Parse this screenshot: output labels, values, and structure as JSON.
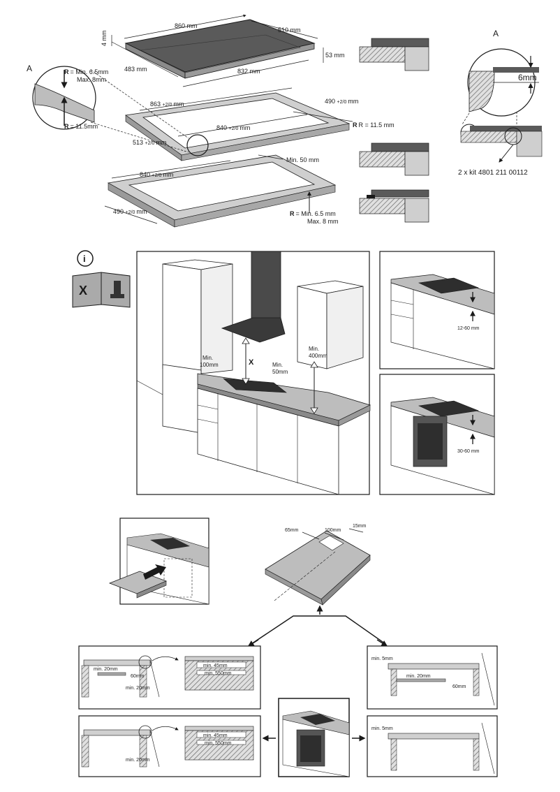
{
  "hob": {
    "width": "860 mm",
    "depth": "510 mm",
    "thickness": "4 mm",
    "inner_depth": "483 mm",
    "inner_width": "832 mm",
    "height": "53 mm"
  },
  "cutout_flush": {
    "width": "863",
    "width_tol": "+2/0",
    "width_unit": "mm",
    "inner_width": "840",
    "inner_width_tol": "+2/0",
    "inner_width_unit": "mm",
    "depth": "513",
    "depth_tol": "+2/0",
    "depth_unit": "mm",
    "inner_depth": "490",
    "inner_depth_tol": "+2/0",
    "inner_depth_unit": "mm",
    "radius": "R = 11.5 mm"
  },
  "cutout_standard": {
    "width": "840",
    "width_tol": "+2/0",
    "width_unit": "mm",
    "depth": "490",
    "depth_tol": "+2/0",
    "depth_unit": "mm",
    "min_edge": "Min. 50 mm",
    "radius_prefix": "R",
    "radius_min": "= Min. 6.5 mm",
    "radius_max": "Max. 8 mm"
  },
  "detail_circle": {
    "label": "A",
    "r_prefix": "R",
    "r_min": "= Min. 6.5mm",
    "r_max": "Max. 8mm",
    "r_inner": "= 11.5mm"
  },
  "detail_a": {
    "label": "A",
    "gap": "6mm",
    "kit": "2 x kit 4801 211 00112"
  },
  "kitchen": {
    "hood_clearance": "X",
    "min_side": "Min.\n100mm",
    "min_side_line1": "Min.",
    "min_side_line2": "100mm",
    "min_back_line1": "Min.",
    "min_back_line2": "50mm",
    "min_cabinet_line1": "Min.",
    "min_cabinet_line2": "400mm",
    "worktop_thickness_1": "12-60 mm",
    "worktop_thickness_2": "30-60 mm"
  },
  "ventilation": {
    "dim_a": "65mm",
    "dim_b": "100mm",
    "dim_c": "15mm",
    "min20": "min. 20mm",
    "gap60": "60mm",
    "min45": "min. 45mm",
    "min550": "min. 550mm",
    "min5": "min. 5mm"
  },
  "colors": {
    "line": "#1a1a1a",
    "panel": "#4a4a4a",
    "worktop": "#bdbdbd",
    "hatch": "#7a7a7a"
  }
}
